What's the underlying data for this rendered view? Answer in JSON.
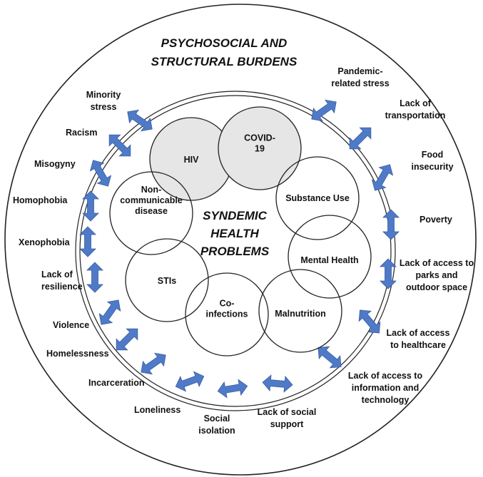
{
  "outer_title": [
    "PSYCHOSOCIAL AND",
    "STRUCTURAL BURDENS"
  ],
  "center_title": [
    "SYNDEMIC",
    "HEALTH",
    "PROBLEMS"
  ],
  "colors": {
    "arrow": "#4f7ac7",
    "arrow_stroke": "#3a5fa3",
    "circle_shaded": "#e6e6e6",
    "line": "#222222"
  },
  "circles": [
    {
      "id": "hiv",
      "lines": [
        "HIV"
      ],
      "shaded": true
    },
    {
      "id": "covid",
      "lines": [
        "COVID-",
        "19"
      ],
      "shaded": true
    },
    {
      "id": "substance",
      "lines": [
        "Substance Use"
      ],
      "shaded": false
    },
    {
      "id": "mental",
      "lines": [
        "Mental Health"
      ],
      "shaded": false
    },
    {
      "id": "malnutrition",
      "lines": [
        "Malnutrition"
      ],
      "shaded": false
    },
    {
      "id": "coinfections",
      "lines": [
        "Co-",
        "infections"
      ],
      "shaded": false
    },
    {
      "id": "stis",
      "lines": [
        "STIs"
      ],
      "shaded": false
    },
    {
      "id": "ncd",
      "lines": [
        "Non-",
        "communicable",
        "disease"
      ],
      "shaded": false
    }
  ],
  "burdens": [
    {
      "id": "minority-stress",
      "lines": [
        "Minority",
        "stress"
      ]
    },
    {
      "id": "racism",
      "lines": [
        "Racism"
      ]
    },
    {
      "id": "misogyny",
      "lines": [
        "Misogyny"
      ]
    },
    {
      "id": "homophobia",
      "lines": [
        "Homophobia"
      ]
    },
    {
      "id": "xenophobia",
      "lines": [
        "Xenophobia"
      ]
    },
    {
      "id": "lack-of-resilience",
      "lines": [
        "Lack of",
        "resilience"
      ]
    },
    {
      "id": "violence",
      "lines": [
        "Violence"
      ]
    },
    {
      "id": "homelessness",
      "lines": [
        "Homelessness"
      ]
    },
    {
      "id": "incarceration",
      "lines": [
        "Incarceration"
      ]
    },
    {
      "id": "loneliness",
      "lines": [
        "Loneliness"
      ]
    },
    {
      "id": "social-isolation",
      "lines": [
        "Social",
        "isolation"
      ]
    },
    {
      "id": "lack-of-social-support",
      "lines": [
        "Lack of social",
        "support"
      ]
    },
    {
      "id": "lack-of-access-info-tech",
      "lines": [
        "Lack of access to",
        "information and",
        "technology"
      ]
    },
    {
      "id": "lack-of-access-healthcare",
      "lines": [
        "Lack of access",
        "to healthcare"
      ]
    },
    {
      "id": "lack-of-access-parks",
      "lines": [
        "Lack of access to",
        "parks and",
        "outdoor space"
      ]
    },
    {
      "id": "poverty",
      "lines": [
        "Poverty"
      ]
    },
    {
      "id": "food-insecurity",
      "lines": [
        "Food",
        "insecurity"
      ]
    },
    {
      "id": "lack-of-transportation",
      "lines": [
        "Lack of",
        "transportation"
      ]
    },
    {
      "id": "pandemic-related-stress",
      "lines": [
        "Pandemic-",
        "related stress"
      ]
    }
  ]
}
